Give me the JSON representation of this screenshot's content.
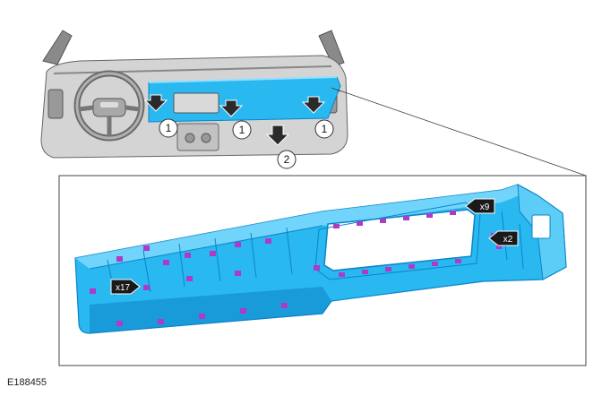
{
  "figure_ref": "E188455",
  "callouts": [
    "1",
    "1",
    "1",
    "2"
  ],
  "multipliers": [
    "x9",
    "x2",
    "x17"
  ],
  "colors": {
    "panel": "#29b8f0",
    "panel_dark": "#0c84c8",
    "panel_light": "#8fe0ff",
    "clip": "#b03ac8",
    "arrow": "#2a2a2a",
    "dashboard_gray": "#bdbdbd",
    "outline": "#555555"
  },
  "icons": {
    "removal_arrow": "down-arrow-icon",
    "callout": "circle-callout",
    "multiplier_tag": "arrow-tag-icon"
  }
}
